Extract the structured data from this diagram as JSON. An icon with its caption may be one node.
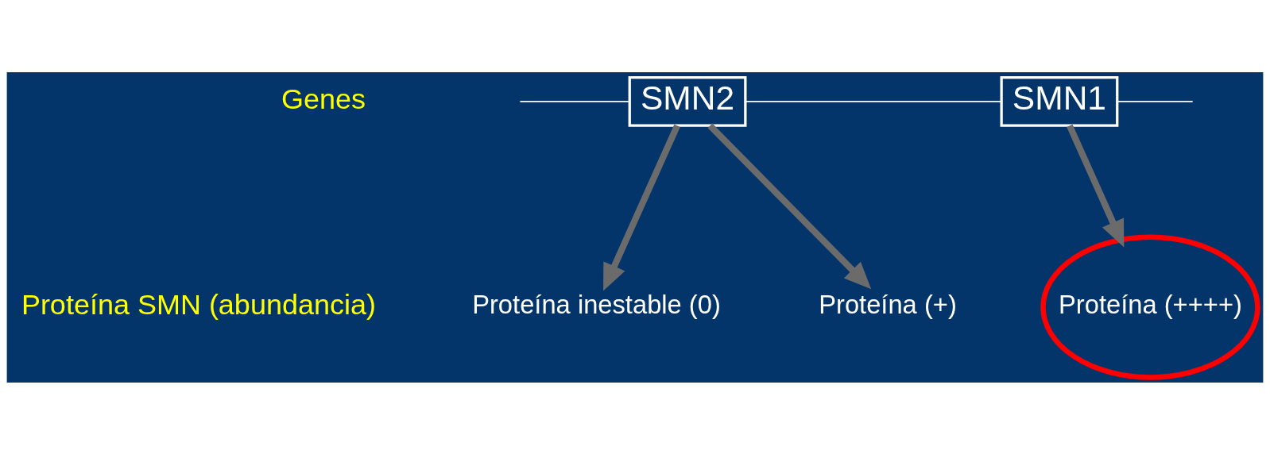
{
  "diagram": {
    "nodes": [
      {
        "text": [
          "SMN2"
        ]
      },
      {
        "text": [
          "SMN1"
        ]
      },
      {
        "text": [
          "Proteína inestable (0)"
        ]
      },
      {
        "text": [
          "Proteína (+)"
        ]
      },
      {
        "text": [
          "Proteína (++++)"
        ]
      }
    ],
    "edges": [
      {
        "from": null,
        "to": 0,
        "arrow": "none"
      },
      {
        "from": 0,
        "to": 1,
        "arrow": "none"
      },
      {
        "from": 1,
        "to": null,
        "arrow": "none"
      },
      {
        "from": 0,
        "to": 2,
        "arrow": "to",
        "style": "thick",
        "color": "#6b6b6b"
      },
      {
        "from": 0,
        "to": 3,
        "arrow": "to",
        "style": "thick",
        "color": "#6b6b6b"
      },
      {
        "from": 1,
        "to": 4,
        "arrow": "to",
        "style": "thick",
        "color": "#6b6b6b"
      }
    ],
    "labels": [
      "Genes",
      "Proteína SMN (abundancia)"
    ]
  }
}
